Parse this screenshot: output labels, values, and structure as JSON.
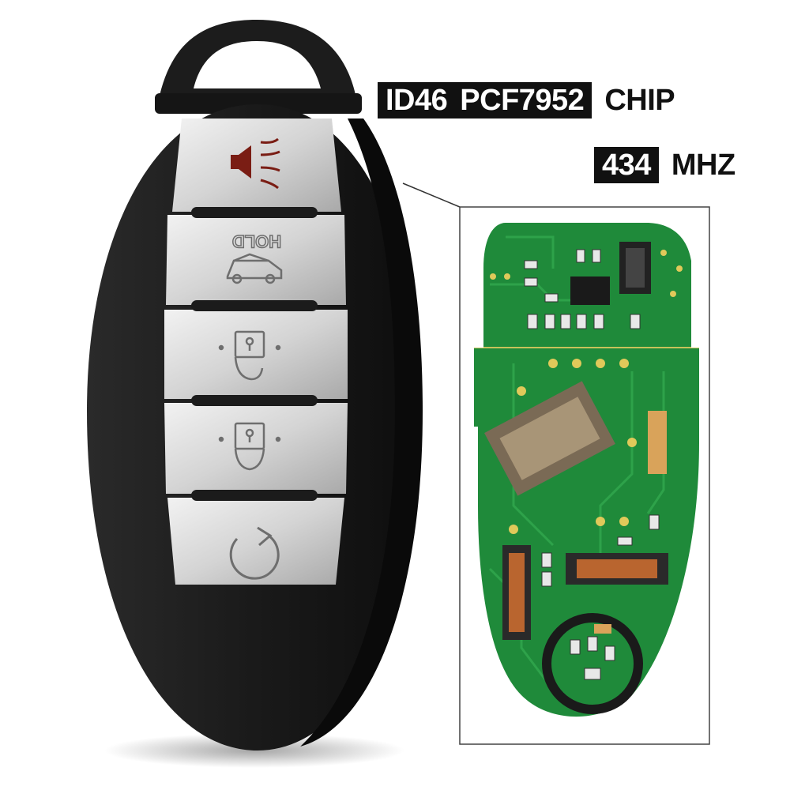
{
  "labels": {
    "chip_id": "ID46",
    "chip_model": "PCF7952",
    "chip_word": "CHIP",
    "freq_value": "434",
    "freq_unit": "MHZ"
  },
  "buttons": {
    "hold_text": "HOLD"
  },
  "colors": {
    "fob_body": "#1b1b1b",
    "button_silver": "#d9d9d9",
    "panic_red": "#7a1d14",
    "pcb_green": "#1f8a3a",
    "label_box": "#111111"
  },
  "icons": [
    "panic-horn-icon",
    "trunk-hold-icon",
    "unlock-icon",
    "lock-icon",
    "remote-start-icon"
  ]
}
